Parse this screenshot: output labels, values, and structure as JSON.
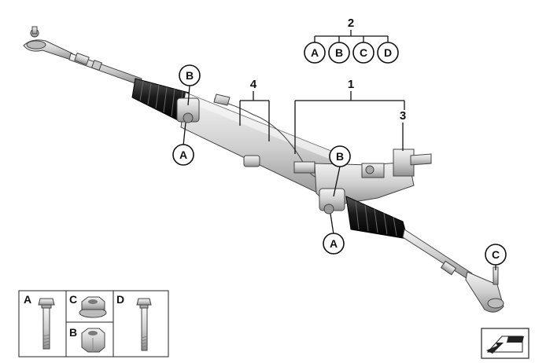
{
  "callouts": {
    "item_1": "1",
    "item_2": "2",
    "item_3": "3",
    "item_4": "4"
  },
  "group_2_letters": [
    "A",
    "B",
    "C",
    "D"
  ],
  "markers": {
    "left_top": "B",
    "left_bottom": "A",
    "right_top": "B",
    "right_bottom": "A",
    "tie_rod_end": "C"
  },
  "fastener_key": {
    "a": "A",
    "b": "B",
    "c": "C",
    "d": "D"
  },
  "icons": [
    "steering-rack-icon",
    "bolt-icon",
    "nut-icon",
    "view-arrow-icon"
  ],
  "colors": {
    "line": "#111111",
    "metal": "#d9d9d9",
    "boot": "#1a1a1a"
  }
}
